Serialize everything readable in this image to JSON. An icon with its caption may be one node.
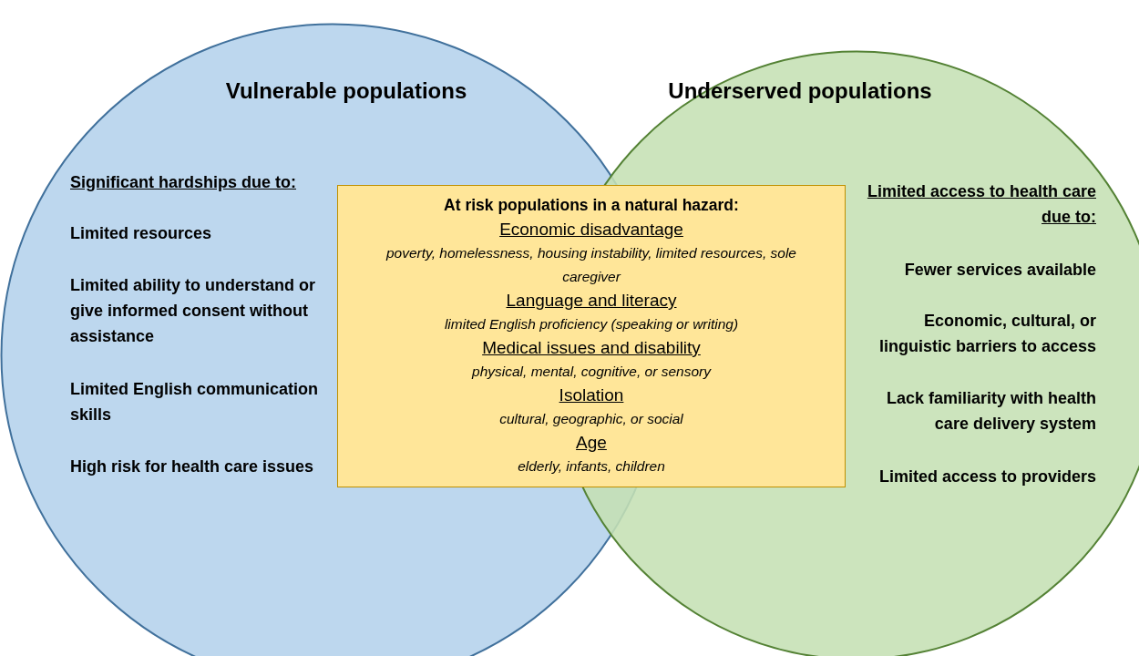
{
  "diagram": {
    "nodes": [
      {
        "text": [
          "Vulnerable populations",
          "Significant hardships due to:",
          "Limited resources",
          "Limited ability to understand or give informed consent without assistance",
          "Limited English communication skills",
          "High risk for health care issues"
        ]
      },
      {
        "text": [
          "Underserved populations",
          "Limited access to health care due to:",
          "Fewer services available",
          "Economic, cultural, or linguistic barriers to access",
          "Lack familiarity with health care delivery system",
          "Limited access to providers"
        ]
      },
      {
        "text": [
          "At risk populations in a natural hazard:",
          "Economic disadvantage",
          "poverty, homelessness, housing instability, limited resources, sole caregiver",
          "Language and literacy",
          "limited English proficiency (speaking or writing)",
          "Medical issues and disability",
          "physical, mental, cognitive, or sensory",
          "Isolation",
          "cultural, geographic, or social",
          "Age",
          "elderly, infants, children"
        ]
      }
    ]
  }
}
